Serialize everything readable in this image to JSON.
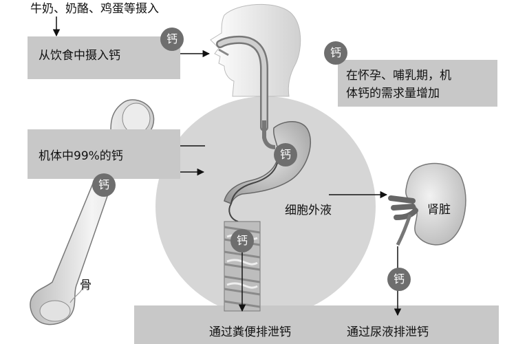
{
  "labels": {
    "dairy_sources": "牛奶、奶酪、鸡蛋等摄入",
    "dietary_intake": "从饮食中摄入钙",
    "pregnancy_demand": "在怀孕、哺乳期，机\n体钙的需求量增加",
    "body_calcium": "机体中99%的钙",
    "extracellular_fluid": "细胞外液",
    "kidney": "肾脏",
    "bone": "骨",
    "fecal_excretion": "通过粪便排泄钙",
    "urine_excretion": "通过尿液排泄钙"
  },
  "badges": {
    "intake": "钙",
    "pregnancy": "钙",
    "stomach": "钙",
    "bone": "钙",
    "intestine": "钙",
    "kidney": "钙"
  },
  "colors": {
    "label_box": "#c8c8c8",
    "badge": "#6e6e6e",
    "circle": "#d6d6d6"
  }
}
